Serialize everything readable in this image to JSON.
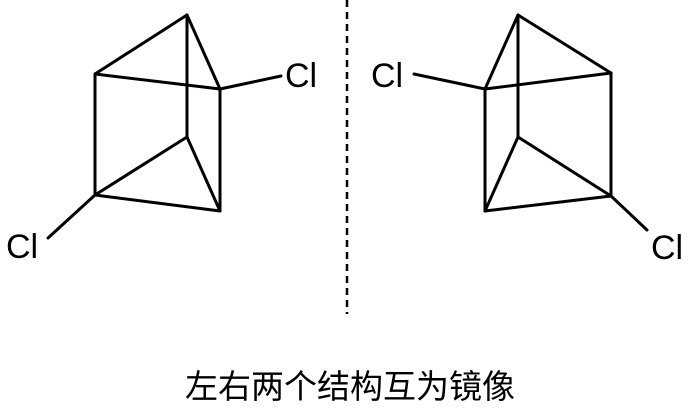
{
  "left_structure": {
    "substituent_top": "Cl",
    "substituent_bottom": "Cl"
  },
  "right_structure": {
    "substituent_top": "Cl",
    "substituent_bottom": "Cl"
  },
  "caption": "左右两个结构互为镜像"
}
